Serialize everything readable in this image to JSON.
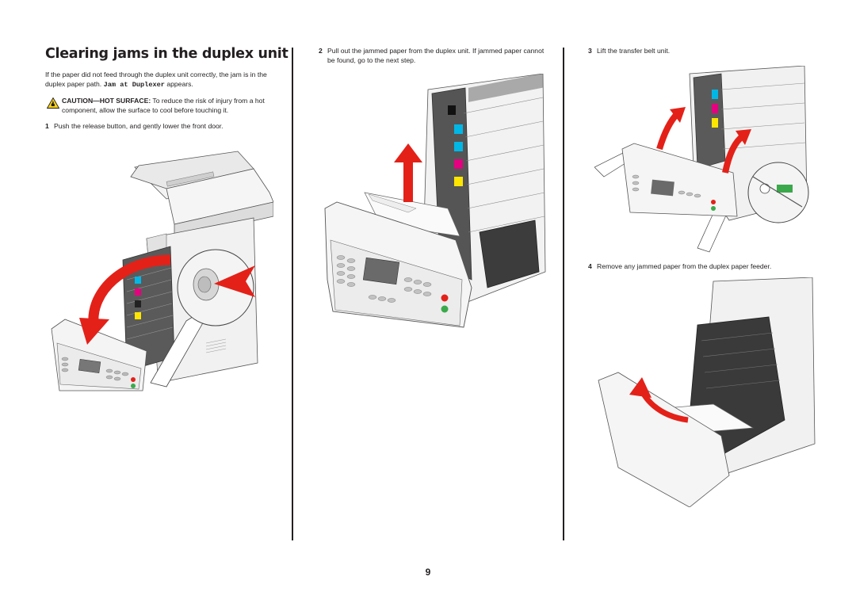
{
  "heading": "Clearing jams in the duplex unit",
  "intro": {
    "before": "If the paper did not feed through the duplex unit correctly, the jam is in the duplex paper path. ",
    "code": "Jam at Duplexer",
    "after": " appears."
  },
  "caution": {
    "label": "CAUTION—HOT SURFACE:",
    "text": " To reduce the risk of injury from a hot component, allow the surface to cool before touching it."
  },
  "steps": [
    {
      "num": "1",
      "text": "Push the release button, and gently lower the front door."
    },
    {
      "num": "2",
      "text": "Pull out the jammed paper from the duplex unit. If jammed paper cannot be found, go to the next step."
    },
    {
      "num": "3",
      "text": "Lift the transfer belt unit."
    },
    {
      "num": "4",
      "text": "Remove any jammed paper from the duplex paper feeder."
    }
  ],
  "page_number": "9",
  "colors": {
    "arrow": "#e32119",
    "cyan": "#00b7e6",
    "magenta": "#e4007f",
    "yellow": "#ffe600",
    "warning": "#f7d117"
  }
}
